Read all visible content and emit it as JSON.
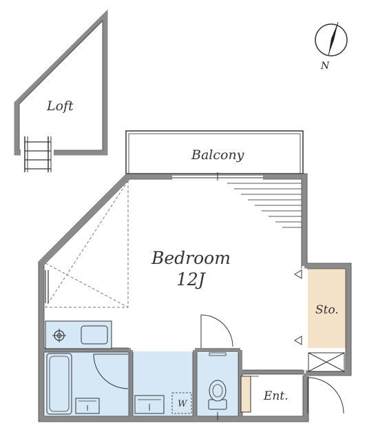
{
  "floorplan": {
    "rooms": {
      "loft": "Loft",
      "balcony": "Balcony",
      "bedroom": "Bedroom",
      "bedroom_size": "12J",
      "storage": "Sto.",
      "entrance": "Ent.",
      "washer": "W"
    },
    "compass": {
      "label": "N"
    },
    "colors": {
      "wall": "#8a8a8a",
      "wet_area": "#d6e8f5",
      "storage": "#f4e3c9",
      "line": "#333333"
    }
  }
}
